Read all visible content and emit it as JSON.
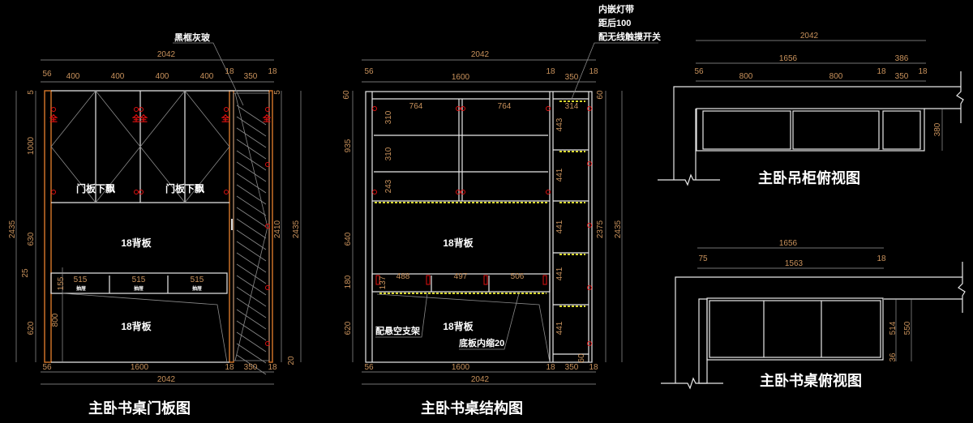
{
  "door": {
    "title": "主卧书桌门板图",
    "glass_note": "黑框灰玻",
    "top_total": "2042",
    "top_row": [
      "56",
      "400",
      "400",
      "400",
      "400",
      "18",
      "350",
      "18"
    ],
    "left_total": "2435",
    "left_dims": [
      "5",
      "1000",
      "630",
      "25",
      "620"
    ],
    "right_dims": [
      "5",
      "2410",
      "20"
    ],
    "right_total": "2435",
    "hinge_mark": "全",
    "door_labels": [
      "门板下飘",
      "门板下飘"
    ],
    "back_panels": [
      "18背板",
      "18背板"
    ],
    "drawer_widths": [
      "515",
      "515",
      "515"
    ],
    "drawer_label": "抽屉",
    "drawer_height": "155",
    "desk_height": "800",
    "bottom_row": [
      "56",
      "1600",
      "18",
      "350",
      "18"
    ],
    "bottom_total": "2042"
  },
  "structure": {
    "title": "主卧书桌结构图",
    "light_note": [
      "内嵌灯带",
      "距后100",
      "配无线触摸开关"
    ],
    "top_total": "2042",
    "top_row": [
      "56",
      "1600",
      "18",
      "350",
      "18"
    ],
    "left_dims": [
      "60",
      "935",
      "640",
      "180",
      "620"
    ],
    "right_dims": [
      "60",
      "2375"
    ],
    "right_total": "2435",
    "compartment_widths": [
      "764",
      "764",
      "314"
    ],
    "shelf_heights": [
      "310",
      "310",
      "243"
    ],
    "column_heights": [
      "443",
      "441",
      "441",
      "441",
      "441",
      "60"
    ],
    "drawer_widths": [
      "488",
      "497",
      "506"
    ],
    "drawer_height": "137",
    "back_panels": [
      "18背板",
      "18背板"
    ],
    "bracket_note": "配悬空支架",
    "base_note": "底板内缩20",
    "bottom_row": [
      "56",
      "1600",
      "18",
      "350",
      "18"
    ],
    "bottom_total": "2042"
  },
  "wall_cabinet": {
    "title": "主卧吊柜俯视图",
    "total": "2042",
    "row2": [
      "1656",
      "386"
    ],
    "row3": [
      "56",
      "800",
      "800",
      "18",
      "350",
      "18"
    ],
    "depth": "380"
  },
  "desk_top": {
    "title": "主卧书桌俯视图",
    "total": "1656",
    "row2": [
      "75",
      "1563",
      "18"
    ],
    "depth": [
      "514",
      "36"
    ],
    "depth_total": "550"
  }
}
